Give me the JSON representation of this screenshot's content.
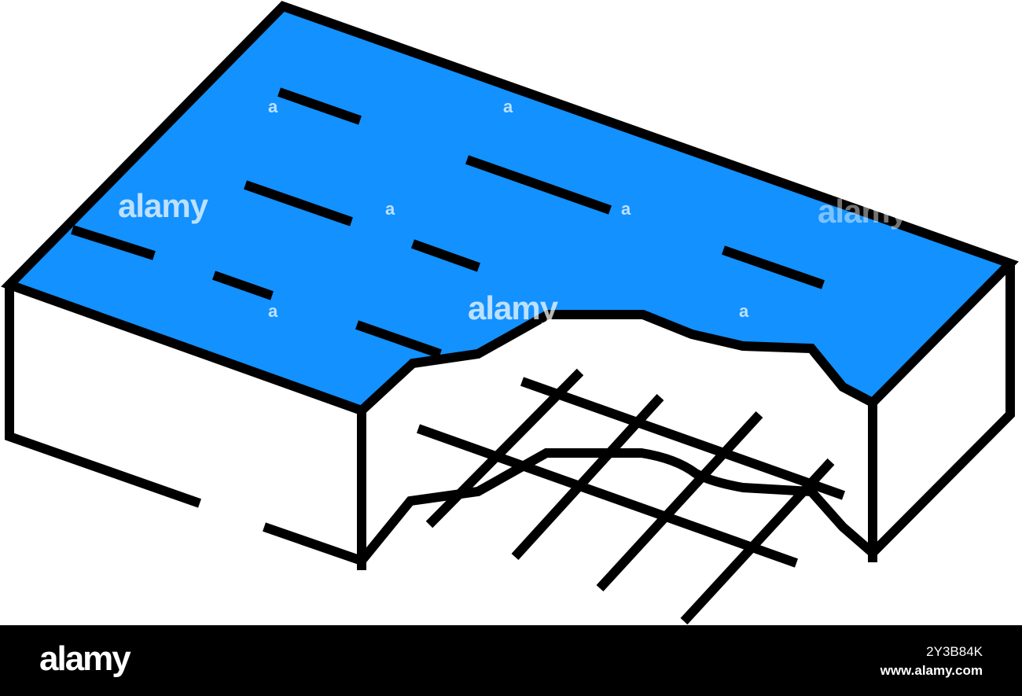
{
  "colors": {
    "water": "#1291FF",
    "outline": "#000000",
    "ground": "#FFFFFF",
    "footer": "#000000"
  },
  "watermarks": {
    "big": [
      "alamy",
      "alamy",
      "alamy"
    ],
    "small": "a"
  },
  "footer": {
    "logo": "alamy",
    "image_id": "2Y3B84K",
    "url": "www.alamy.com"
  }
}
